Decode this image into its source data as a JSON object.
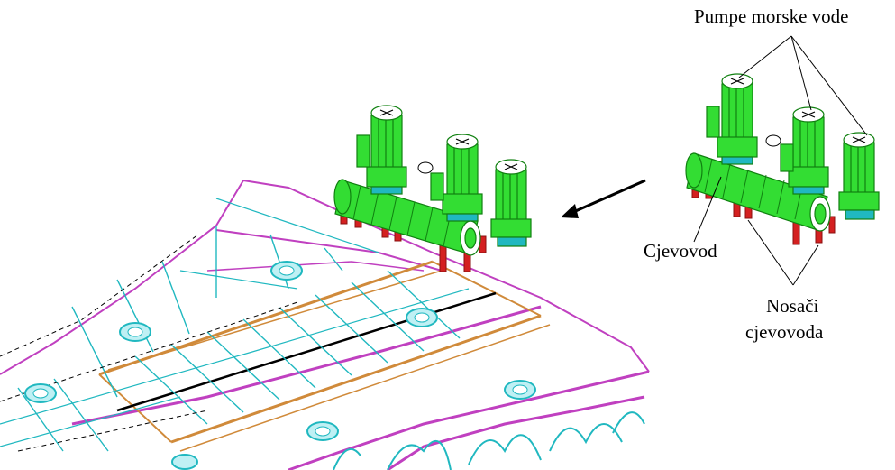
{
  "labels": {
    "pumps": "Pumpe morske vode",
    "pipeline": "Cjevovod",
    "supports_line1": "Nosači",
    "supports_line2": "cjevovoda"
  },
  "colors": {
    "pump_green": "#33dd33",
    "pump_dark": "#108010",
    "support_red": "#d42020",
    "frame_magenta": "#c040c0",
    "frame_cyan": "#20b8c0",
    "girder_orange": "#d08a3a",
    "line_black": "#000000"
  },
  "icons": {
    "arrow": "arrow-left-icon"
  }
}
